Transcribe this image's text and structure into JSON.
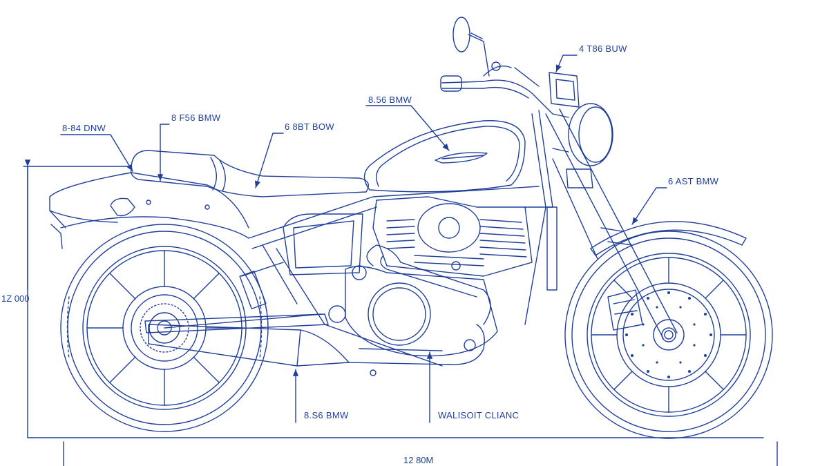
{
  "callouts": {
    "rear_fender": "8-84 DNW",
    "seat_rear": "8 F56 BMW",
    "seat_front": "6 8BT BOW",
    "fuel_tank": "8.56 BMW",
    "headlight": "4 T86 BUW",
    "front_fork": "6 AST BMW",
    "exhaust": "8.S6 BMW",
    "engine_base": "WALISOIT CLIANC"
  },
  "dimensions": {
    "height": "1Z 000",
    "length": "12 80M"
  },
  "colors": {
    "line": "#1f3f9a",
    "background": "#ffffff"
  }
}
